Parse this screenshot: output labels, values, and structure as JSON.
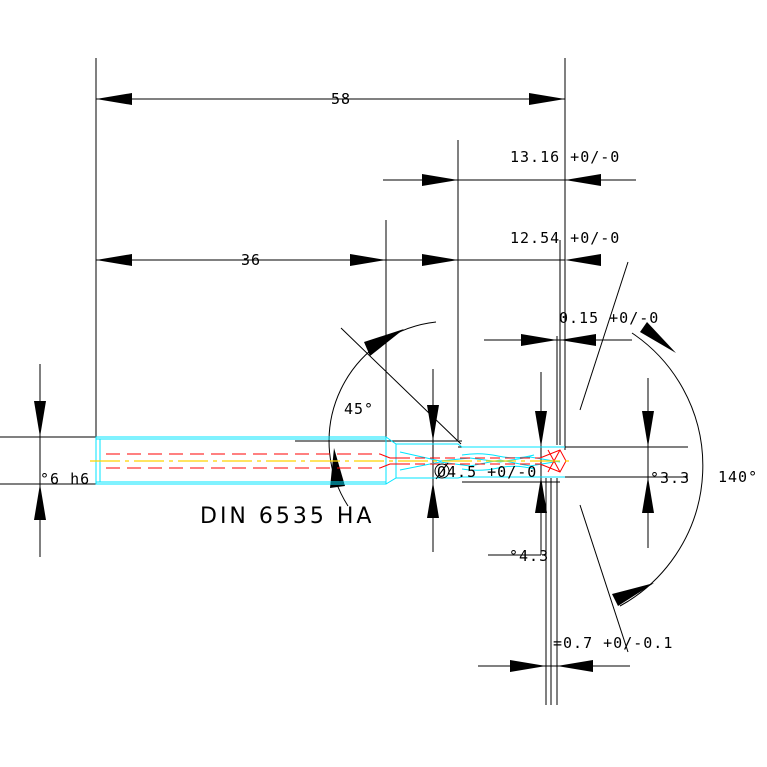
{
  "drawing": {
    "title": "DIN 6535 HA",
    "colors": {
      "dimension": "#000000",
      "outline": "#00e5ff",
      "hidden": "#ff0000",
      "centerline": "#ffd400",
      "background": "#ffffff"
    },
    "dimensions": {
      "overall_length": "58",
      "shank_length": "36",
      "length_13_16": "13.16 +0/-0",
      "length_12_54": "12.54 +0/-0",
      "length_0_15": "0.15 +0/-0",
      "angle_45": "45°",
      "angle_140": "140°",
      "shank_diameter": "°6 h6",
      "diameter_4_5": "Ø4.5 +0/-0",
      "diameter_3_3": "°3.3",
      "diameter_4_3": "°4.3",
      "width_0_7": "=0.7 +0/-0.1"
    }
  }
}
